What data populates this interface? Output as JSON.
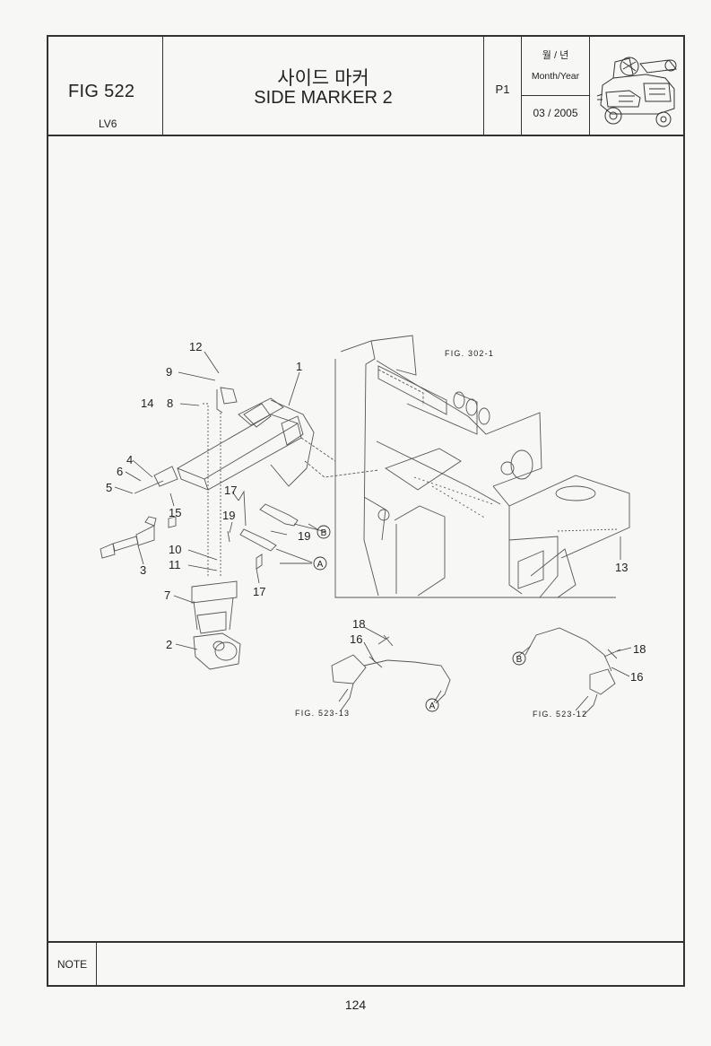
{
  "header": {
    "fig_number": "FIG 522",
    "model": "LV6",
    "title_ko": "사이드 마커",
    "title_en": "SIDE MARKER 2",
    "page": "P1",
    "date_label_ko": "월 / 년",
    "date_label_en": "Month/Year",
    "date_value": "03 / 2005"
  },
  "callouts": [
    "12",
    "9",
    "1",
    "14",
    "8",
    "4",
    "6",
    "5",
    "15",
    "3",
    "17",
    "19",
    "19",
    "10",
    "11",
    "17",
    "7",
    "2",
    "13",
    "18",
    "16",
    "18",
    "16"
  ],
  "circle_markers": [
    "B",
    "A",
    "A",
    "B"
  ],
  "fig_refs": [
    "FIG. 302-1",
    "FIG. 523-13",
    "FIG. 523-12"
  ],
  "note_label": "NOTE",
  "page_number": "124"
}
